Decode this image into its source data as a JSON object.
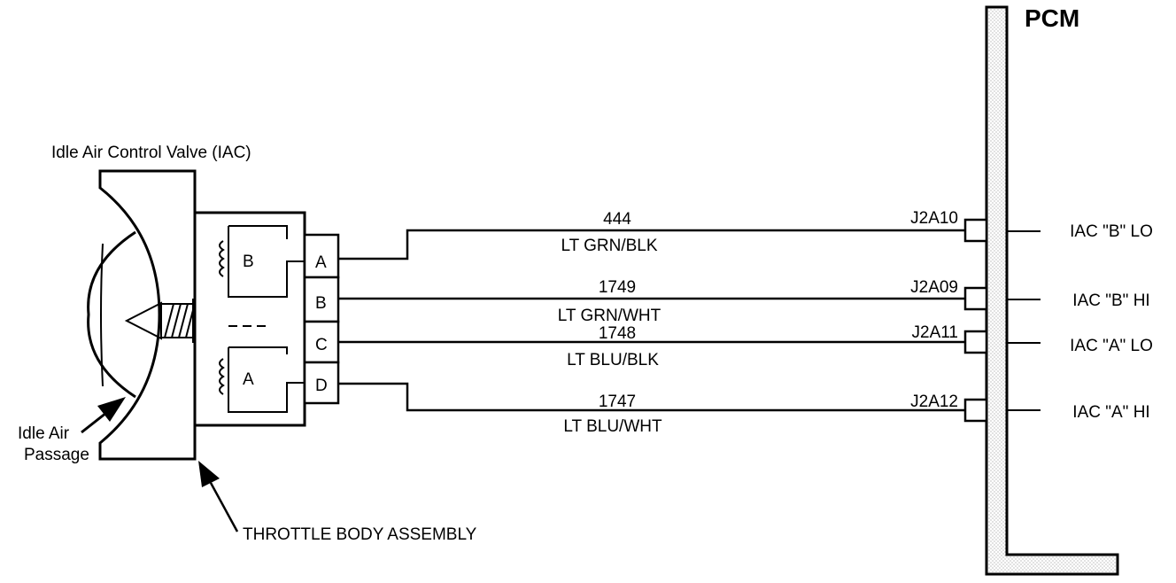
{
  "title": "PCM",
  "labels": {
    "iac_valve": "Idle Air Control Valve  (IAC)",
    "idle_air_line1": "Idle Air",
    "idle_air_line2": "Passage",
    "throttle_body": "THROTTLE BODY ASSEMBLY",
    "coil_b": "B",
    "coil_a": "A"
  },
  "connector_pins": [
    "A",
    "B",
    "C",
    "D"
  ],
  "circuits": [
    {
      "pin": "A",
      "circuit": "444",
      "color": "LT GRN/BLK",
      "terminal": "J2A10",
      "signal": "IAC \"B\" LO"
    },
    {
      "pin": "B",
      "circuit": "1749",
      "color": "LT GRN/WHT",
      "terminal": "J2A09",
      "signal": "IAC \"B\" HI"
    },
    {
      "pin": "C",
      "circuit": "1748",
      "color": "LT BLU/BLK",
      "terminal": "J2A11",
      "signal": "IAC \"A\" LO"
    },
    {
      "pin": "D",
      "circuit": "1747",
      "color": "LT BLU/WHT",
      "terminal": "J2A12",
      "signal": "IAC \"A\" HI"
    }
  ]
}
